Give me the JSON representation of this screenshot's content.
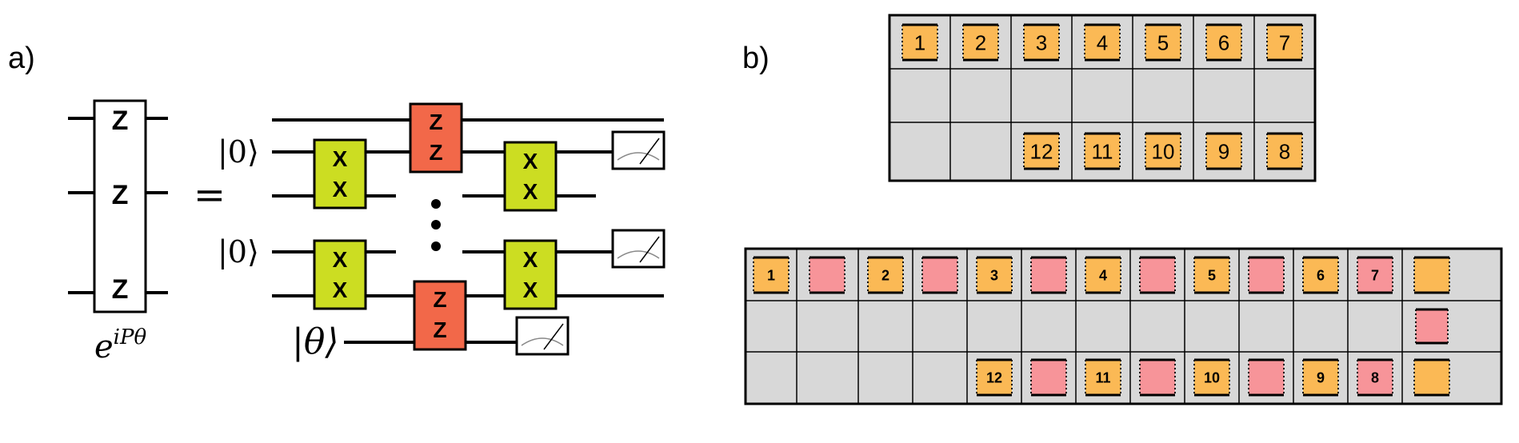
{
  "panel_a": {
    "label": "a)",
    "operator": {
      "gates": [
        "Z",
        "Z",
        "Z"
      ],
      "caption_base": "e",
      "caption_exponent": "iPθ"
    },
    "equals": "=",
    "kets": [
      "|0⟩",
      "|0⟩",
      "|θ⟩"
    ],
    "xx_gates": [
      [
        "X",
        "X"
      ],
      [
        "X",
        "X"
      ],
      [
        "X",
        "X"
      ],
      [
        "X",
        "X"
      ]
    ],
    "zz_gates": [
      [
        "Z",
        "Z"
      ],
      [
        "Z",
        "Z"
      ]
    ],
    "ellipsis": "⋮",
    "colors": {
      "xx": "#ccdd22",
      "zz": "#f26849"
    }
  },
  "panel_b": {
    "label": "b)",
    "grid_top": {
      "row_top": [
        "1",
        "2",
        "3",
        "4",
        "5",
        "6",
        "7"
      ],
      "row_bottom": [
        "",
        "",
        "12",
        "11",
        "10",
        "9",
        "8"
      ]
    },
    "grid_bottom": {
      "row_top": [
        "1",
        "",
        "2",
        "",
        "3",
        "",
        "4",
        "",
        "5",
        "",
        "6",
        "7",
        ""
      ],
      "row_bottom": [
        "",
        "",
        "",
        "",
        "12",
        "",
        "11",
        "",
        "10",
        "",
        "9",
        "8",
        ""
      ],
      "extra_middle": ""
    },
    "colors": {
      "orange": "#fbb955",
      "pink": "#f79499",
      "cell": "#d8d8d8"
    }
  }
}
